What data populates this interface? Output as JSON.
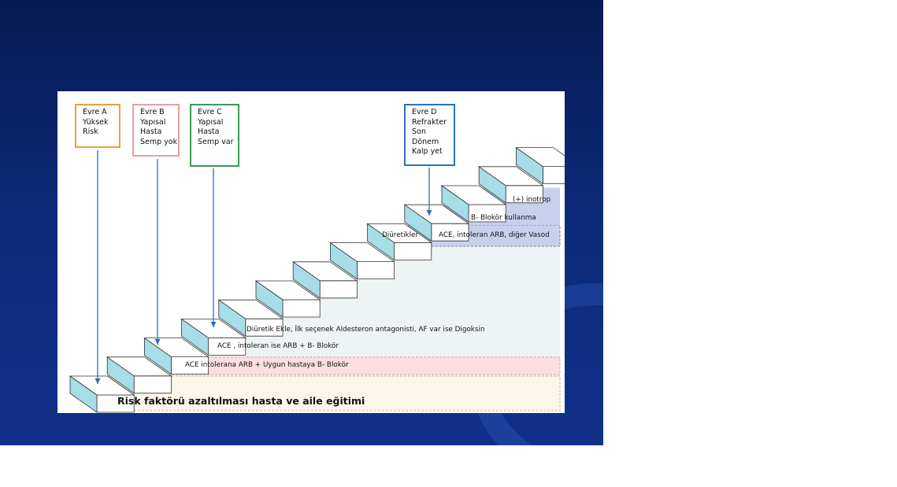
{
  "stages": [
    {
      "id": "a",
      "lines": [
        "Evre A",
        "Yüksek",
        "Risk"
      ],
      "border": "#e8a23a"
    },
    {
      "id": "b",
      "lines": [
        "Evre B",
        "Yapısal",
        "Hasta",
        "Semp yok"
      ],
      "border": "#e8a0a8"
    },
    {
      "id": "c",
      "lines": [
        "Evre C",
        "Yapısal",
        "Hasta",
        "Semp var"
      ],
      "border": "#3a9a5a"
    },
    {
      "id": "d",
      "lines": [
        "Evre D",
        "Refrakter",
        "Son",
        "Dönem",
        "Kalp yet"
      ],
      "border": "#2a6fc0"
    }
  ],
  "treatments": {
    "base": "Risk faktörü azaltılması hasta ve aile eğitimi",
    "ace_arb_b": "ACE intolerana ARB + Uygun hastaya B- Blokör",
    "ace_arb_b2": "ACE , intoleran ise ARB  + B- Blokör",
    "diuretic_add": "Diüretik Ekle, İlk seçenek Aldesteron antagonisti, AF var ise Digoksin",
    "diuretics": "Diüretikler",
    "ace_arb_vasod": "ACE, intoleran ARB, diğer Vasod",
    "b_blocker_use": "B- Blokör kullanma",
    "inotrope": "(+) inotrop"
  },
  "colors": {
    "stage_a": "#e8a23a",
    "stage_b": "#e8a0a8",
    "stage_c": "#3a9a5a",
    "stage_d": "#2a6fc0",
    "step_face": "#a6dde6",
    "arrow": "#2a6fc0",
    "pink_band": "#fbdde2",
    "lavender_band": "#c8d0ee",
    "base_band": "#fbf5ea"
  }
}
